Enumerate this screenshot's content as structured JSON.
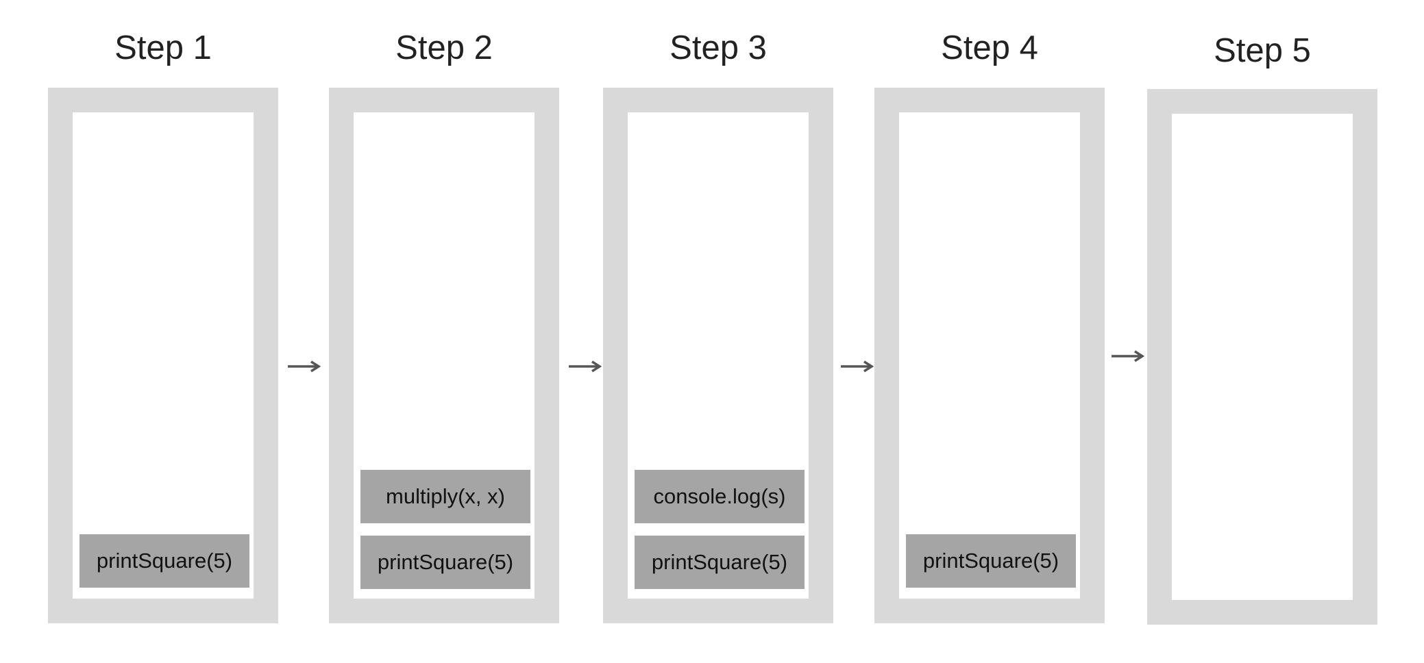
{
  "steps": [
    {
      "title": "Step 1",
      "blocks": [
        "",
        "printSquare(5)"
      ]
    },
    {
      "title": "Step 2",
      "blocks": [
        "multiply(x, x)",
        "printSquare(5)"
      ]
    },
    {
      "title": "Step 3",
      "blocks": [
        "console.log(s)",
        "printSquare(5)"
      ]
    },
    {
      "title": "Step 4",
      "blocks": [
        "",
        "printSquare(5)"
      ]
    },
    {
      "title": "Step 5",
      "blocks": []
    }
  ],
  "colors": {
    "frame": "#d9d9d9",
    "block": "#a5a5a5",
    "arrow": "#555555"
  },
  "icons": {
    "connector": "right-arrow-icon"
  }
}
